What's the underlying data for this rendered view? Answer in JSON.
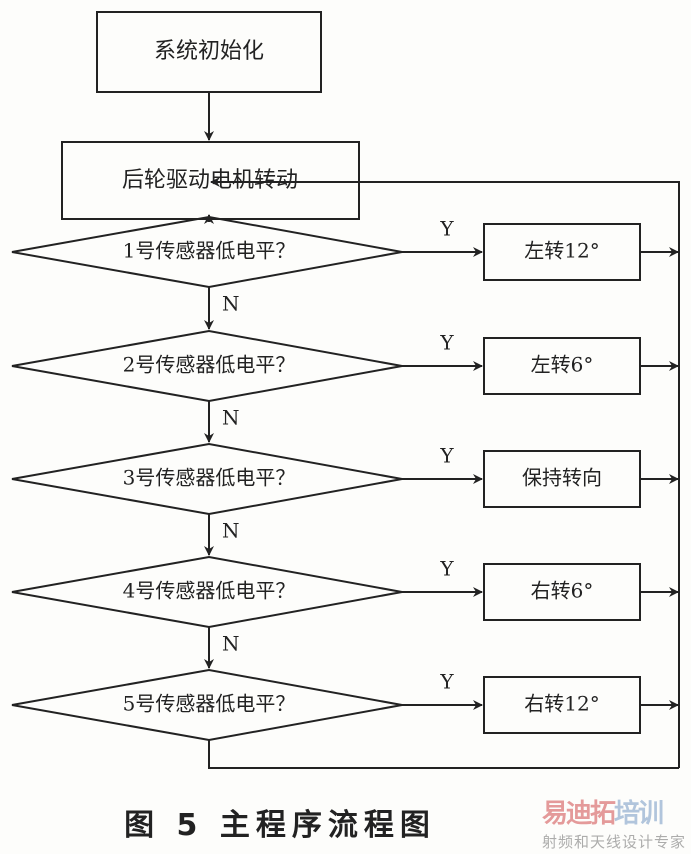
{
  "diagram": {
    "start_box": "系统初始化",
    "motor_box": "后轮驱动电机转动",
    "decisions": [
      {
        "label": "1号传感器低电平？",
        "yes": "Y",
        "no": "N",
        "action": "左转12°"
      },
      {
        "label": "2号传感器低电平？",
        "yes": "Y",
        "no": "N",
        "action": "左转6°"
      },
      {
        "label": "3号传感器低电平？",
        "yes": "Y",
        "no": "N",
        "action": "保持转向"
      },
      {
        "label": "4号传感器低电平？",
        "yes": "Y",
        "no": "N",
        "action": "右转6°"
      },
      {
        "label": "5号传感器低电平？",
        "yes": "Y",
        "no": "",
        "action": "右转12°"
      }
    ]
  },
  "caption": "图 5  主程序流程图",
  "watermark": {
    "line1a": "易迪拓",
    "line1b": "培训",
    "line2": "射频和天线设计专家"
  }
}
